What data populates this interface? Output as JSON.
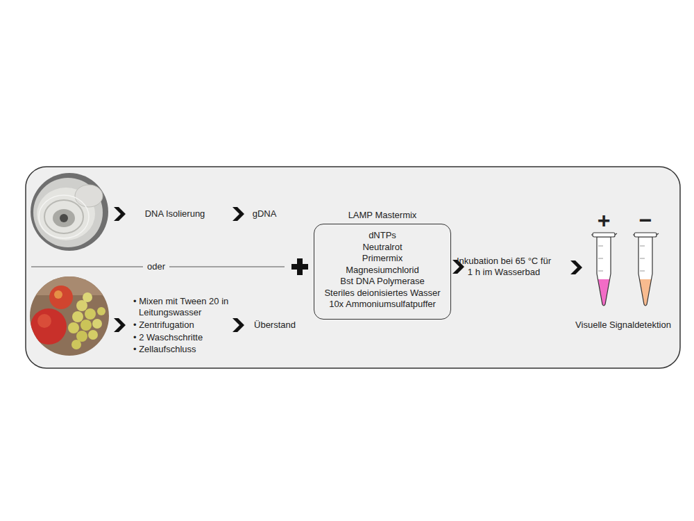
{
  "diagram": {
    "nodes": [
      {
        "text": [
          "LAMP Mastermix",
          "dNTPs",
          "Neutralrot",
          "Primermix",
          "Magnesiumchlorid",
          "Bst DNA Polymerase",
          "Steriles deionisiertes Wasser",
          "10x Ammoniumsulfatpuffer"
        ]
      },
      {
        "text": [
          "+"
        ]
      },
      {
        "text": [
          "−"
        ]
      }
    ],
    "labels": [
      "DNA Isolierung",
      "gDNA",
      "oder",
      "• Mixen mit Tween 20 in Leitungswasser",
      "• Zentrifugation",
      "• 2 Waschschritte",
      "• Zellaufschluss",
      "Überstand",
      "Inkubation bei 65 °C für 1 h im Wasserbad",
      "Visuelle Signaldetektion"
    ]
  }
}
